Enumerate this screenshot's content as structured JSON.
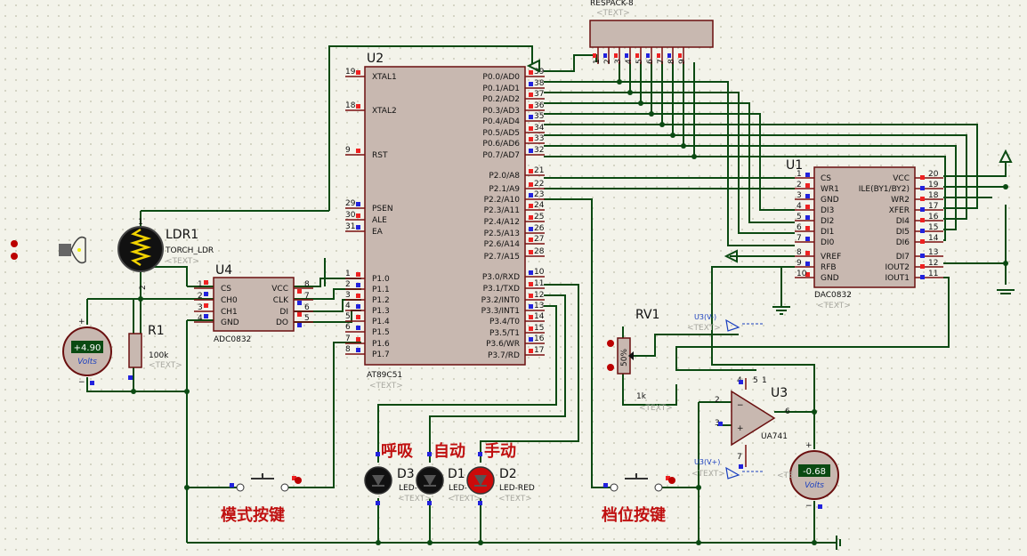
{
  "components": {
    "respack": {
      "ref": "RESPACK-8",
      "text": "<TEXT>",
      "pins": [
        "1",
        "2",
        "3",
        "4",
        "5",
        "6",
        "7",
        "8",
        "9"
      ]
    },
    "u2": {
      "ref": "U2",
      "part": "AT89C51",
      "text": "<TEXT>",
      "left_pins": [
        {
          "num": "19",
          "label": "XTAL1"
        },
        {
          "num": "18",
          "label": "XTAL2"
        },
        {
          "num": "9",
          "label": "RST"
        },
        {
          "num": "29",
          "label": "PSEN"
        },
        {
          "num": "30",
          "label": "ALE"
        },
        {
          "num": "31",
          "label": "EA"
        },
        {
          "num": "1",
          "label": "P1.0"
        },
        {
          "num": "2",
          "label": "P1.1"
        },
        {
          "num": "3",
          "label": "P1.2"
        },
        {
          "num": "4",
          "label": "P1.3"
        },
        {
          "num": "5",
          "label": "P1.4"
        },
        {
          "num": "6",
          "label": "P1.5"
        },
        {
          "num": "7",
          "label": "P1.6"
        },
        {
          "num": "8",
          "label": "P1.7"
        }
      ],
      "right_pins": [
        {
          "num": "39",
          "label": "P0.0/AD0"
        },
        {
          "num": "38",
          "label": "P0.1/AD1"
        },
        {
          "num": "37",
          "label": "P0.2/AD2"
        },
        {
          "num": "36",
          "label": "P0.3/AD3"
        },
        {
          "num": "35",
          "label": "P0.4/AD4"
        },
        {
          "num": "34",
          "label": "P0.5/AD5"
        },
        {
          "num": "33",
          "label": "P0.6/AD6"
        },
        {
          "num": "32",
          "label": "P0.7/AD7"
        },
        {
          "num": "21",
          "label": "P2.0/A8"
        },
        {
          "num": "22",
          "label": "P2.1/A9"
        },
        {
          "num": "23",
          "label": "P2.2/A10"
        },
        {
          "num": "24",
          "label": "P2.3/A11"
        },
        {
          "num": "25",
          "label": "P2.4/A12"
        },
        {
          "num": "26",
          "label": "P2.5/A13"
        },
        {
          "num": "27",
          "label": "P2.6/A14"
        },
        {
          "num": "28",
          "label": "P2.7/A15"
        },
        {
          "num": "10",
          "label": "P3.0/RXD"
        },
        {
          "num": "11",
          "label": "P3.1/TXD"
        },
        {
          "num": "12",
          "label": "P3.2/INT0"
        },
        {
          "num": "13",
          "label": "P3.3/INT1"
        },
        {
          "num": "14",
          "label": "P3.4/T0"
        },
        {
          "num": "15",
          "label": "P3.5/T1"
        },
        {
          "num": "16",
          "label": "P3.6/WR"
        },
        {
          "num": "17",
          "label": "P3.7/RD"
        }
      ]
    },
    "u1": {
      "ref": "U1",
      "part": "DAC0832",
      "text": "<TEXT>",
      "left_pins": [
        {
          "num": "1",
          "label": "CS"
        },
        {
          "num": "2",
          "label": "WR1"
        },
        {
          "num": "3",
          "label": "GND"
        },
        {
          "num": "4",
          "label": "DI3"
        },
        {
          "num": "5",
          "label": "DI2"
        },
        {
          "num": "6",
          "label": "DI1"
        },
        {
          "num": "7",
          "label": "DI0"
        },
        {
          "num": "8",
          "label": "VREF"
        },
        {
          "num": "9",
          "label": "RFB"
        },
        {
          "num": "10",
          "label": "GND"
        }
      ],
      "right_pins": [
        {
          "num": "20",
          "label": "VCC"
        },
        {
          "num": "19",
          "label": "ILE(BY1/BY2)"
        },
        {
          "num": "18",
          "label": "WR2"
        },
        {
          "num": "17",
          "label": "XFER"
        },
        {
          "num": "16",
          "label": "DI4"
        },
        {
          "num": "15",
          "label": "DI5"
        },
        {
          "num": "14",
          "label": "DI6"
        },
        {
          "num": "13",
          "label": "DI7"
        },
        {
          "num": "12",
          "label": "IOUT2"
        },
        {
          "num": "11",
          "label": "IOUT1"
        }
      ]
    },
    "u4": {
      "ref": "U4",
      "part": "ADC0832",
      "left_pins": [
        {
          "num": "1",
          "label": "CS"
        },
        {
          "num": "2",
          "label": "CH0"
        },
        {
          "num": "3",
          "label": "CH1"
        },
        {
          "num": "4",
          "label": "GND"
        }
      ],
      "right_pins": [
        {
          "num": "8",
          "label": "VCC"
        },
        {
          "num": "7",
          "label": "CLK"
        },
        {
          "num": "6",
          "label": "DI"
        },
        {
          "num": "5",
          "label": "DO"
        }
      ]
    },
    "ldr": {
      "ref": "LDR1",
      "part": "TORCH_LDR",
      "text": "<TEXT>",
      "pin1": "1",
      "pin2": "2"
    },
    "r1": {
      "ref": "R1",
      "value": "100k",
      "text": "<TEXT>"
    },
    "rv1": {
      "ref": "RV1",
      "value": "1k",
      "text": "<TEXT>",
      "pct": "50%"
    },
    "u3": {
      "ref": "U3",
      "part": "UA741",
      "pins": [
        "2",
        "3",
        "6",
        "4",
        "7",
        "5",
        "1"
      ]
    },
    "probe_plus": {
      "label": "U3(V+)",
      "text": "<TEXT>"
    },
    "probe_minus": {
      "label": "U3(V-)",
      "text": "<TEXT>"
    },
    "volt_left": {
      "value": "+4.90",
      "unit": "Volts",
      "plus": "+",
      "minus": "−"
    },
    "volt_right": {
      "value": "-0.68",
      "unit": "Volts",
      "plus": "+",
      "minus": "−",
      "text": "<TE"
    },
    "d3": {
      "ref": "D3",
      "part": "LED-",
      "text": "<TEXT>"
    },
    "d1": {
      "ref": "D1",
      "part": "LED-",
      "text": "<TEXT>"
    },
    "d2": {
      "ref": "D2",
      "part": "LED-RED",
      "text": "<TEXT>"
    }
  },
  "labels": {
    "breath": "呼吸",
    "auto": "自动",
    "manual": "手动",
    "mode_key": "模式按键",
    "level_key": "档位按键"
  },
  "colors": {
    "wire": "#0b4a12",
    "chip": "#c8b8b0",
    "label_red": "#c01010",
    "pin_red": "#ee2222",
    "pin_blue": "#2222dd"
  }
}
